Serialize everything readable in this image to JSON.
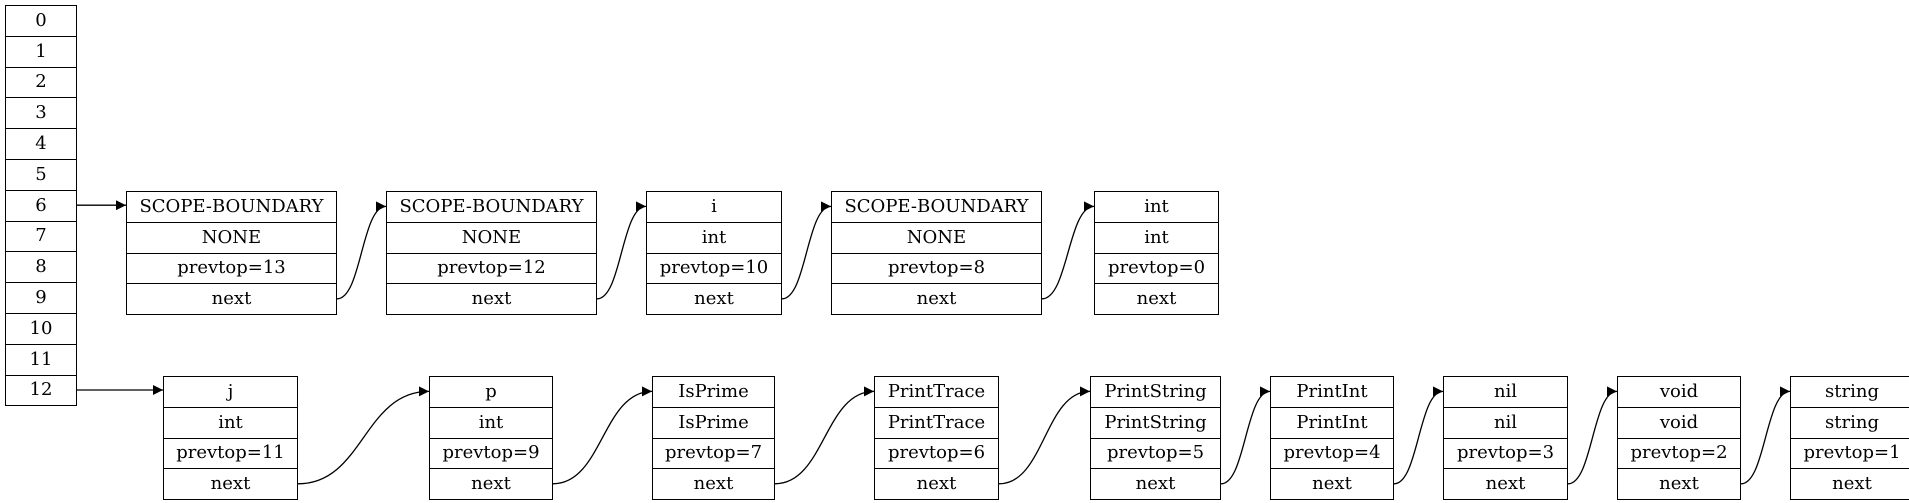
{
  "table": [
    "0",
    "1",
    "2",
    "3",
    "4",
    "5",
    "6",
    "7",
    "8",
    "9",
    "10",
    "11",
    "12"
  ],
  "chain_a": [
    {
      "rows": [
        "SCOPE-BOUNDARY",
        "NONE",
        "prevtop=13",
        "next"
      ]
    },
    {
      "rows": [
        "SCOPE-BOUNDARY",
        "NONE",
        "prevtop=12",
        "next"
      ]
    },
    {
      "rows": [
        "i",
        "int",
        "prevtop=10",
        "next"
      ]
    },
    {
      "rows": [
        "SCOPE-BOUNDARY",
        "NONE",
        "prevtop=8",
        "next"
      ]
    },
    {
      "rows": [
        "int",
        "int",
        "prevtop=0",
        "next"
      ]
    }
  ],
  "chain_b": [
    {
      "rows": [
        "j",
        "int",
        "prevtop=11",
        "next"
      ]
    },
    {
      "rows": [
        "p",
        "int",
        "prevtop=9",
        "next"
      ]
    },
    {
      "rows": [
        "IsPrime",
        "IsPrime",
        "prevtop=7",
        "next"
      ]
    },
    {
      "rows": [
        "PrintTrace",
        "PrintTrace",
        "prevtop=6",
        "next"
      ]
    },
    {
      "rows": [
        "PrintString",
        "PrintString",
        "prevtop=5",
        "next"
      ]
    },
    {
      "rows": [
        "PrintInt",
        "PrintInt",
        "prevtop=4",
        "next"
      ]
    },
    {
      "rows": [
        "nil",
        "nil",
        "prevtop=3",
        "next"
      ]
    },
    {
      "rows": [
        "void",
        "void",
        "prevtop=2",
        "next"
      ]
    },
    {
      "rows": [
        "string",
        "string",
        "prevtop=1",
        "next"
      ]
    }
  ]
}
